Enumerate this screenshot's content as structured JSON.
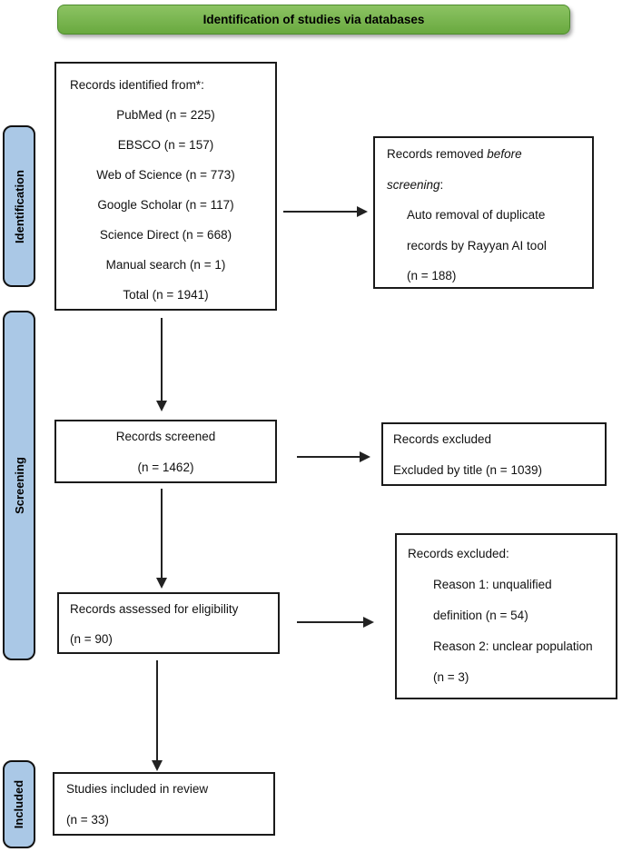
{
  "header": {
    "title": "Identification of studies via databases"
  },
  "sidebar": {
    "identification": "Identification",
    "screening": "Screening",
    "included": "Included"
  },
  "boxes": {
    "identified": {
      "title": "Records identified from*:",
      "lines": [
        "PubMed (n = 225)",
        "EBSCO (n = 157)",
        "Web of Science (n = 773)",
        "Google Scholar (n = 117)",
        "Science Direct (n = 668)",
        "Manual search (n = 1)",
        "Total (n = 1941)"
      ]
    },
    "removed": {
      "prefix": "Records removed ",
      "italic1": "before",
      "italic2": "screening",
      "suffix": ":",
      "lines": [
        "Auto removal of duplicate",
        "records by Rayyan AI tool",
        "(n = 188)"
      ]
    },
    "screened": {
      "lines": [
        "Records screened",
        "(n = 1462)"
      ]
    },
    "excluded_title": {
      "lines": [
        "Records excluded",
        "Excluded by title (n = 1039)"
      ]
    },
    "assessed": {
      "lines": [
        "Records assessed for eligibility",
        "(n = 90)"
      ]
    },
    "excluded_reasons": {
      "title": "Records excluded:",
      "lines": [
        "Reason 1: unqualified",
        "definition (n = 54)",
        "Reason 2: unclear population",
        "(n = 3)"
      ]
    },
    "included_review": {
      "lines": [
        "Studies included in review",
        "(n = 33)"
      ]
    }
  },
  "colors": {
    "banner_green_top": "#8cc363",
    "banner_green_bottom": "#69a93f",
    "banner_border": "#4e8c2e",
    "sidebar_blue": "#aac8e6",
    "box_border": "#1a1a1a",
    "arrow": "#222222"
  }
}
